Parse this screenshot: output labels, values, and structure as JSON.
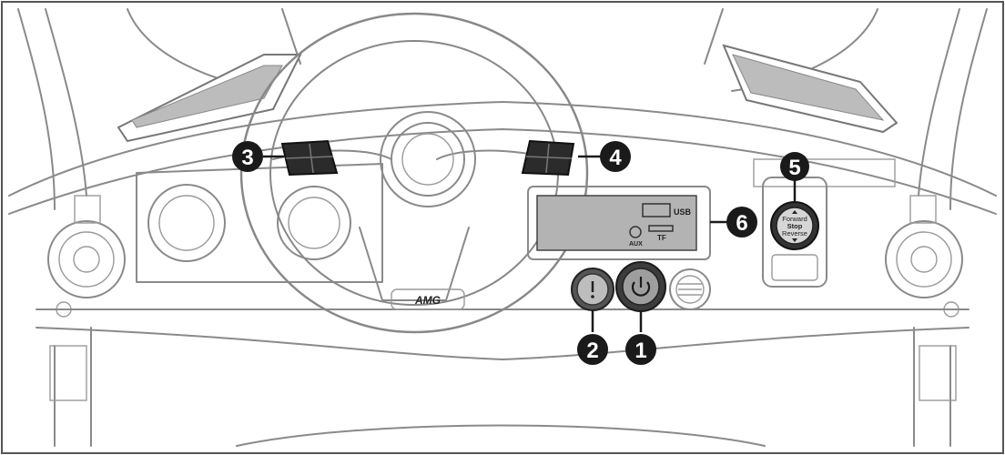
{
  "diagram": {
    "logo_text": "AMG",
    "usb_label": "USB",
    "tf_label": "TF",
    "aux_label": "AUX",
    "gear_switch": {
      "forward": "Forward",
      "stop": "Stop",
      "reverse": "Reverse"
    },
    "callouts": [
      {
        "id": "1",
        "label": "1"
      },
      {
        "id": "2",
        "label": "2"
      },
      {
        "id": "3",
        "label": "3"
      },
      {
        "id": "4",
        "label": "4"
      },
      {
        "id": "5",
        "label": "5"
      },
      {
        "id": "6",
        "label": "6"
      }
    ]
  }
}
